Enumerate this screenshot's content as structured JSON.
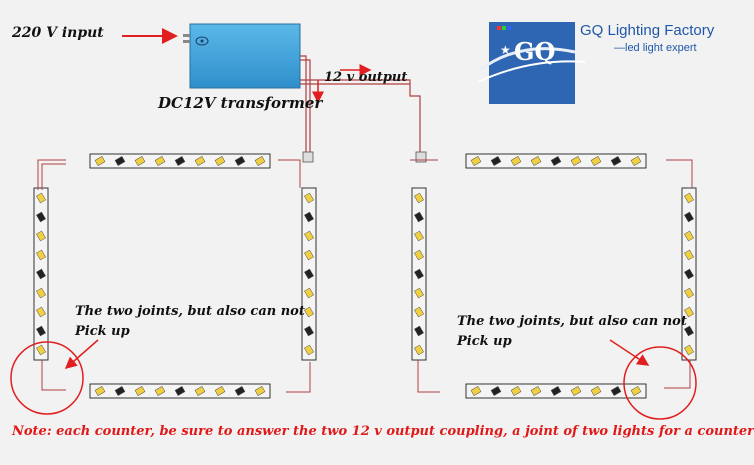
{
  "labels": {
    "input": "220 V input",
    "transformer": "DC12V transformer",
    "output": "12 v output",
    "joint_note_left_line1": "The two joints, but also can not",
    "joint_note_left_line2": "Pick up",
    "joint_note_right_line1": "The two joints, but also can not",
    "joint_note_right_line2": "Pick up",
    "footer_note": "Note: each counter, be sure to answer the two 12 v output coupling, a joint of two lights for a counter"
  },
  "logo": {
    "mark_text": "GQ",
    "name": "GQ Lighting Factory",
    "tagline": "—led light expert"
  },
  "colors": {
    "background": "#f2f2f2",
    "transformer_fill": "#3aa0d8",
    "arrow_red": "#e02020",
    "note_red": "#e01818",
    "wire": "#b04040",
    "strip_fill": "#f4f4f4",
    "strip_border": "#333333",
    "led_yellow": "#f0d040",
    "logo_blue": "#1f57a8"
  }
}
